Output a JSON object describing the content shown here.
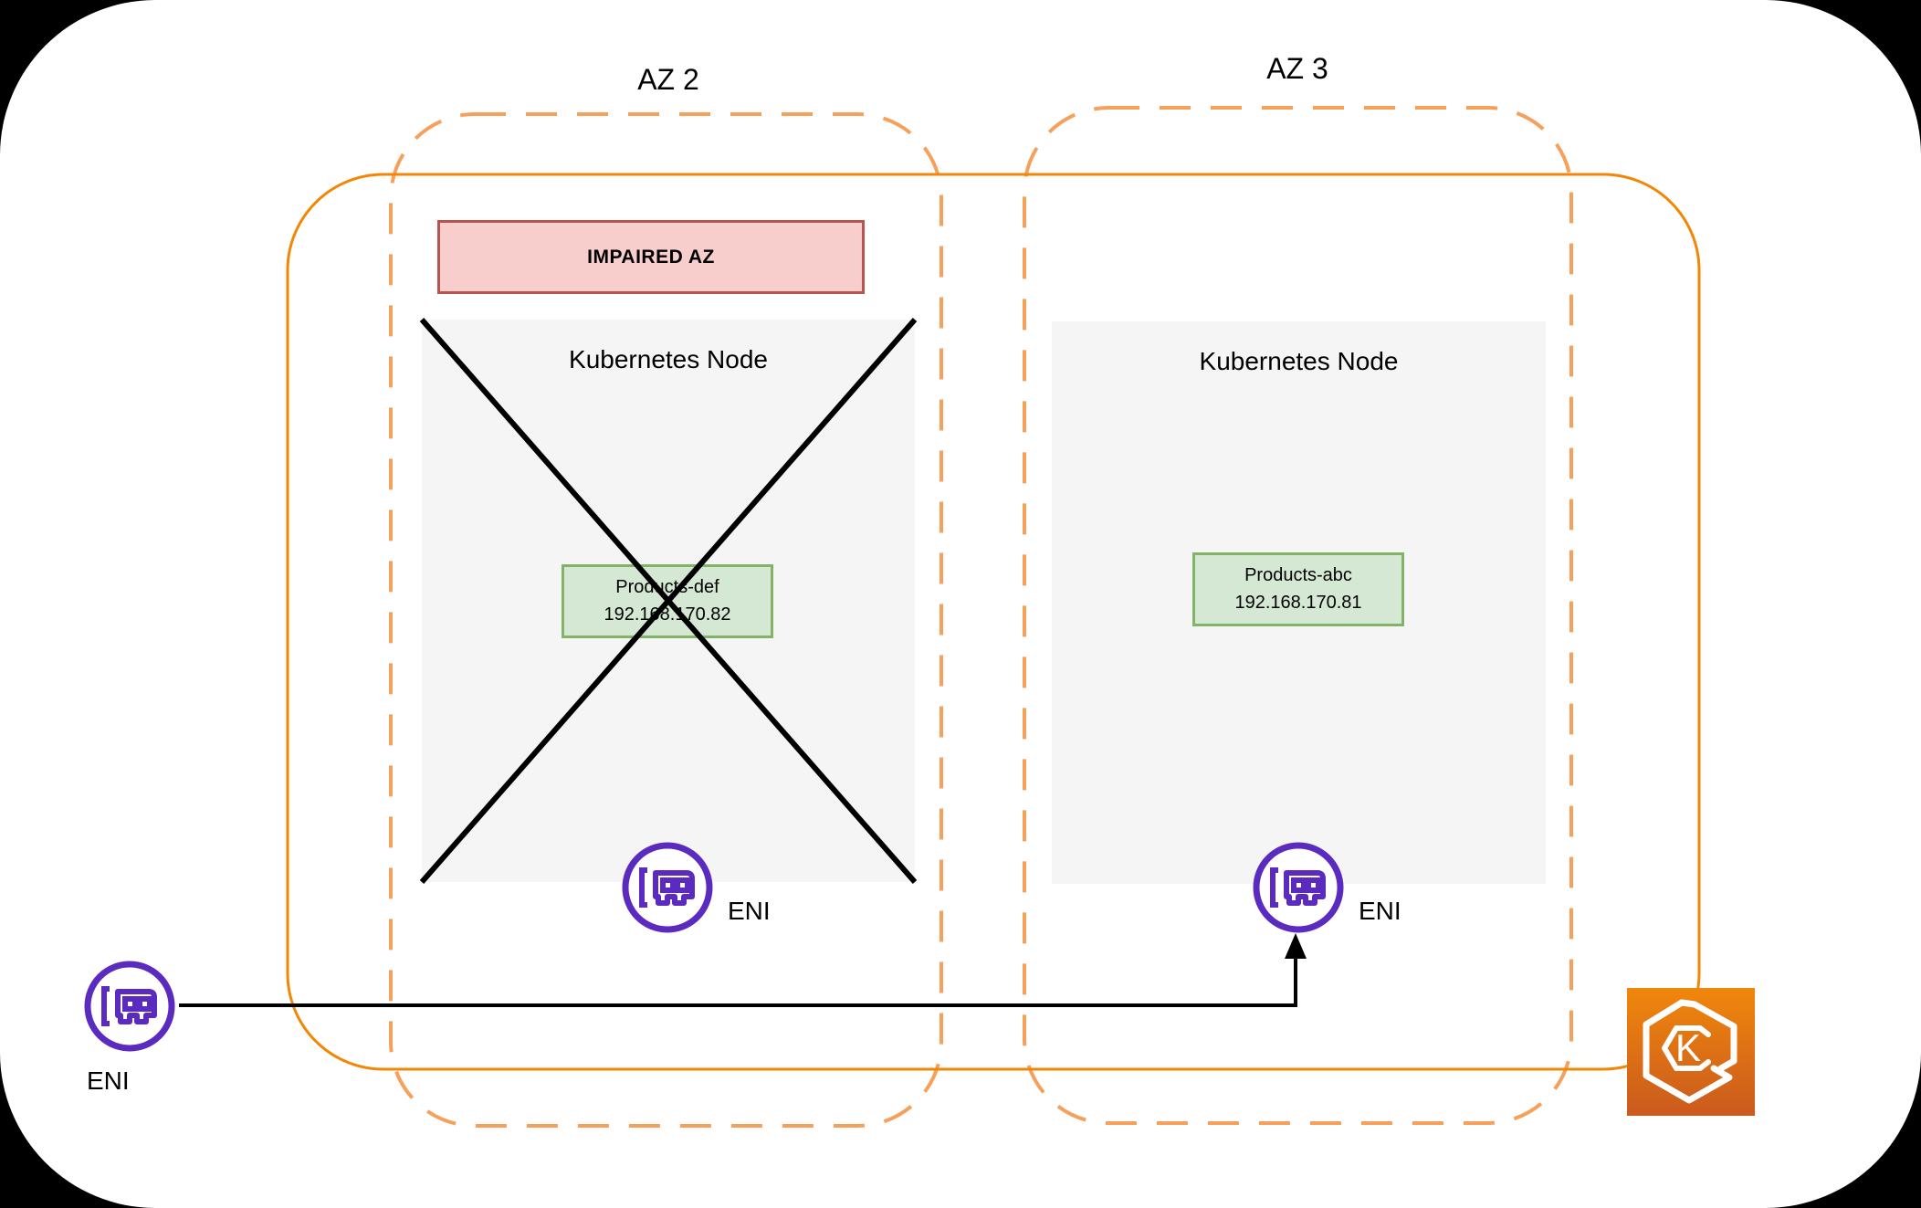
{
  "diagram": {
    "az2": {
      "label": "AZ 2",
      "impaired_banner": "IMPAIRED AZ",
      "node": {
        "title": "Kubernetes Node",
        "pod": {
          "name": "Products-def",
          "ip": "192.168.170.82"
        },
        "eni_label": "ENI"
      }
    },
    "az3": {
      "label": "AZ 3",
      "node": {
        "title": "Kubernetes Node",
        "pod": {
          "name": "Products-abc",
          "ip": "192.168.170.81"
        },
        "eni_label": "ENI"
      }
    },
    "external_eni": {
      "label": "ENI"
    },
    "eks_icon": {
      "letter": "K"
    },
    "colors": {
      "az_dashed_border": "#f5a15c",
      "cluster_solid_border": "#f28705",
      "impaired_fill": "#f8cecc",
      "impaired_border": "#b85450",
      "pod_fill": "#d5e8d4",
      "pod_border": "#82b366",
      "node_fill": "#f5f5f5",
      "eni_purple": "#5b2bc0",
      "eks_gradient_top": "#f0870b",
      "eks_gradient_bottom": "#ca5a1e",
      "failure_x": "#000000"
    }
  }
}
